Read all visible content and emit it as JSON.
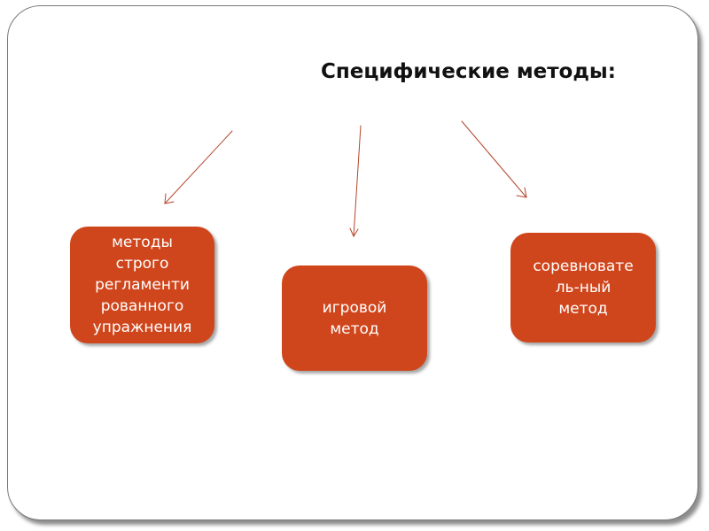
{
  "title": "Специфические методы:",
  "colors": {
    "box_fill": "#d0461c",
    "box_text": "#ffffff",
    "arrow": "#b5452a"
  },
  "boxes": [
    {
      "label": "методы\nстрого\nрегламенти\nрованного\nупражнения"
    },
    {
      "label": "игровой\nметод"
    },
    {
      "label": "соревновате\nль-ный\nметод"
    }
  ]
}
